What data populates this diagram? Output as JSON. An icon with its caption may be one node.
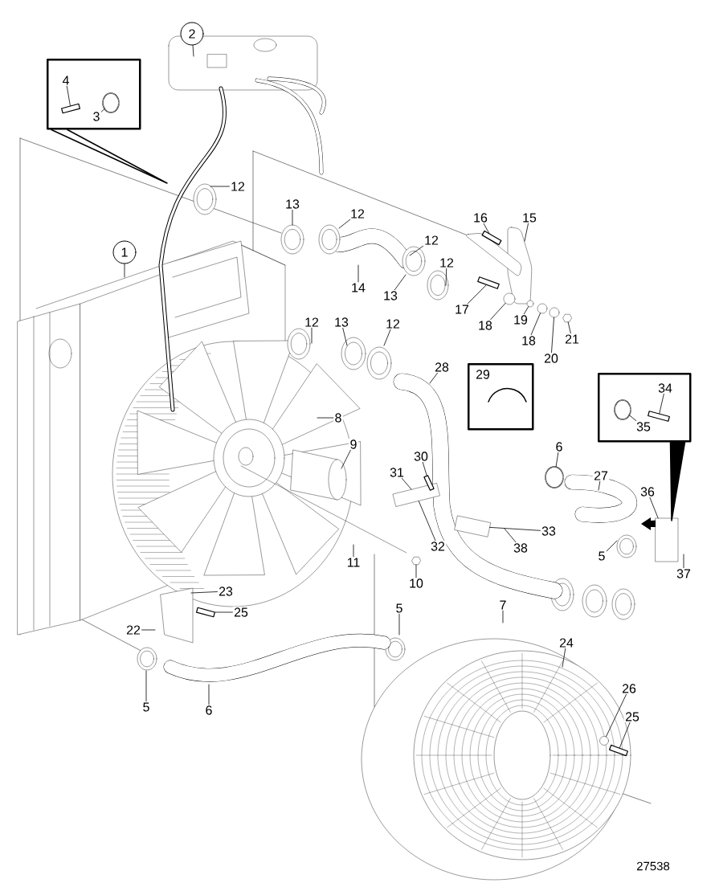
{
  "diagram": {
    "nodes": [
      {
        "text": [],
        "shape": "box"
      },
      {
        "text": [
          "4"
        ],
        "in": 0
      },
      {
        "text": [
          "3"
        ],
        "in": 0
      },
      {
        "text": [
          "2"
        ]
      },
      {
        "text": [
          "12"
        ]
      },
      {
        "text": [
          "13"
        ]
      },
      {
        "text": [
          "12"
        ]
      },
      {
        "text": [
          "16"
        ]
      },
      {
        "text": [
          "15"
        ]
      },
      {
        "text": [
          "12"
        ]
      },
      {
        "text": [
          "1"
        ]
      },
      {
        "text": [
          "12"
        ]
      },
      {
        "text": [
          "14"
        ]
      },
      {
        "text": [
          "13"
        ]
      },
      {
        "text": [
          "17"
        ]
      },
      {
        "text": [
          "19"
        ]
      },
      {
        "text": [
          "12"
        ]
      },
      {
        "text": [
          "13"
        ]
      },
      {
        "text": [
          "12"
        ]
      },
      {
        "text": [
          "18"
        ]
      },
      {
        "text": [
          "21"
        ]
      },
      {
        "text": [
          "18"
        ]
      },
      {
        "text": [
          "20"
        ]
      },
      {
        "text": [
          "28"
        ]
      },
      {
        "text": [],
        "shape": "box"
      },
      {
        "text": [
          "29"
        ],
        "in": 24
      },
      {
        "text": [],
        "shape": "box"
      },
      {
        "text": [
          "34"
        ],
        "in": 26
      },
      {
        "text": [
          "35"
        ],
        "in": 26
      },
      {
        "text": [
          "8"
        ]
      },
      {
        "text": [
          "9"
        ]
      },
      {
        "text": [
          "6"
        ]
      },
      {
        "text": [
          "30"
        ]
      },
      {
        "text": [
          "31"
        ]
      },
      {
        "text": [
          "27"
        ]
      },
      {
        "text": [
          "36"
        ]
      },
      {
        "text": [
          "33"
        ]
      },
      {
        "text": [
          "32"
        ]
      },
      {
        "text": [
          "38"
        ]
      },
      {
        "text": [
          "5"
        ]
      },
      {
        "text": [
          "11"
        ]
      },
      {
        "text": [
          "37"
        ]
      },
      {
        "text": [
          "10"
        ]
      },
      {
        "text": [
          "23"
        ]
      },
      {
        "text": [
          "7"
        ]
      },
      {
        "text": [
          "5"
        ]
      },
      {
        "text": [
          "25"
        ]
      },
      {
        "text": [
          "22"
        ]
      },
      {
        "text": [
          "24"
        ]
      },
      {
        "text": [
          "26"
        ]
      },
      {
        "text": [
          "5"
        ]
      },
      {
        "text": [
          "6"
        ]
      },
      {
        "text": [
          "25"
        ]
      },
      {
        "text": [],
        "shape": "bolt",
        "in": 0
      },
      {
        "text": [],
        "shape": "ring",
        "in": 0
      },
      {
        "text": [],
        "shape": "bolt"
      },
      {
        "text": [],
        "shape": "circle"
      },
      {
        "text": [],
        "shape": "circle"
      },
      {
        "text": [],
        "shape": "circle"
      },
      {
        "text": [],
        "shape": "circle"
      },
      {
        "text": [],
        "shape": "hexagon"
      },
      {
        "text": [],
        "shape": "ring",
        "in": 26
      },
      {
        "text": [],
        "shape": "bolt",
        "in": 26
      },
      {
        "text": [],
        "shape": "ring"
      },
      {
        "text": [],
        "shape": "hexagon"
      },
      {
        "text": [],
        "shape": "bolt"
      },
      {
        "text": [],
        "shape": "circle"
      },
      {
        "text": [],
        "shape": "bolt"
      },
      {
        "text": [],
        "shape": "bolt"
      },
      {
        "text": [],
        "shape": "plate"
      },
      {
        "text": [],
        "shape": "bolt"
      },
      {
        "text": [],
        "shape": "plate"
      },
      {
        "text": [],
        "shape": "plate"
      }
    ],
    "edges": [
      {
        "from": 0,
        "to": null,
        "arrow": "none"
      },
      {
        "from": 1,
        "to": 53,
        "arrow": "none"
      },
      {
        "from": 2,
        "to": 54,
        "arrow": "none"
      },
      {
        "from": 3,
        "to": null,
        "arrow": "none"
      },
      {
        "from": 4,
        "to": null,
        "arrow": "none"
      },
      {
        "from": 5,
        "to": null,
        "arrow": "none"
      },
      {
        "from": 6,
        "to": null,
        "arrow": "none"
      },
      {
        "from": 7,
        "to": 68,
        "arrow": "none"
      },
      {
        "from": 8,
        "to": null,
        "arrow": "none"
      },
      {
        "from": 9,
        "to": null,
        "arrow": "none"
      },
      {
        "from": 10,
        "to": null,
        "arrow": "none"
      },
      {
        "from": 11,
        "to": null,
        "arrow": "none"
      },
      {
        "from": 12,
        "to": null,
        "arrow": "none"
      },
      {
        "from": 13,
        "to": null,
        "arrow": "none"
      },
      {
        "from": 14,
        "to": 55,
        "arrow": "none"
      },
      {
        "from": 15,
        "to": 57,
        "arrow": "none"
      },
      {
        "from": 16,
        "to": null,
        "arrow": "none"
      },
      {
        "from": 17,
        "to": null,
        "arrow": "none"
      },
      {
        "from": 18,
        "to": null,
        "arrow": "none"
      },
      {
        "from": 19,
        "to": 56,
        "arrow": "none"
      },
      {
        "from": 20,
        "to": 60,
        "arrow": "none"
      },
      {
        "from": 21,
        "to": 58,
        "arrow": "none"
      },
      {
        "from": 22,
        "to": 59,
        "arrow": "none"
      },
      {
        "from": 23,
        "to": null,
        "arrow": "none"
      },
      {
        "from": 26,
        "to": null,
        "arrow": "to"
      },
      {
        "from": 27,
        "to": 62,
        "arrow": "none"
      },
      {
        "from": 28,
        "to": 61,
        "arrow": "none"
      },
      {
        "from": 29,
        "to": null,
        "arrow": "none"
      },
      {
        "from": 30,
        "to": null,
        "arrow": "none"
      },
      {
        "from": 31,
        "to": 63,
        "arrow": "none"
      },
      {
        "from": 32,
        "to": 70,
        "arrow": "none"
      },
      {
        "from": 33,
        "to": 69,
        "arrow": "none"
      },
      {
        "from": 34,
        "to": null,
        "arrow": "none"
      },
      {
        "from": 35,
        "to": 72,
        "arrow": "none"
      },
      {
        "from": 36,
        "to": 71,
        "arrow": "none"
      },
      {
        "from": 37,
        "to": 69,
        "arrow": "none"
      },
      {
        "from": 38,
        "to": null,
        "arrow": "none"
      },
      {
        "from": 39,
        "to": null,
        "arrow": "none"
      },
      {
        "from": 40,
        "to": null,
        "arrow": "none"
      },
      {
        "from": 41,
        "to": null,
        "arrow": "none"
      },
      {
        "from": 42,
        "to": 64,
        "arrow": "none"
      },
      {
        "from": 43,
        "to": null,
        "arrow": "none"
      },
      {
        "from": 44,
        "to": null,
        "arrow": "none"
      },
      {
        "from": 45,
        "to": null,
        "arrow": "none"
      },
      {
        "from": 46,
        "to": 65,
        "arrow": "none"
      },
      {
        "from": 47,
        "to": null,
        "arrow": "none"
      },
      {
        "from": 48,
        "to": null,
        "arrow": "none"
      },
      {
        "from": 49,
        "to": 66,
        "arrow": "none"
      },
      {
        "from": 50,
        "to": null,
        "arrow": "none"
      },
      {
        "from": 51,
        "to": null,
        "arrow": "none"
      },
      {
        "from": 52,
        "to": 67,
        "arrow": "none"
      }
    ],
    "labels": [
      "27538"
    ]
  }
}
